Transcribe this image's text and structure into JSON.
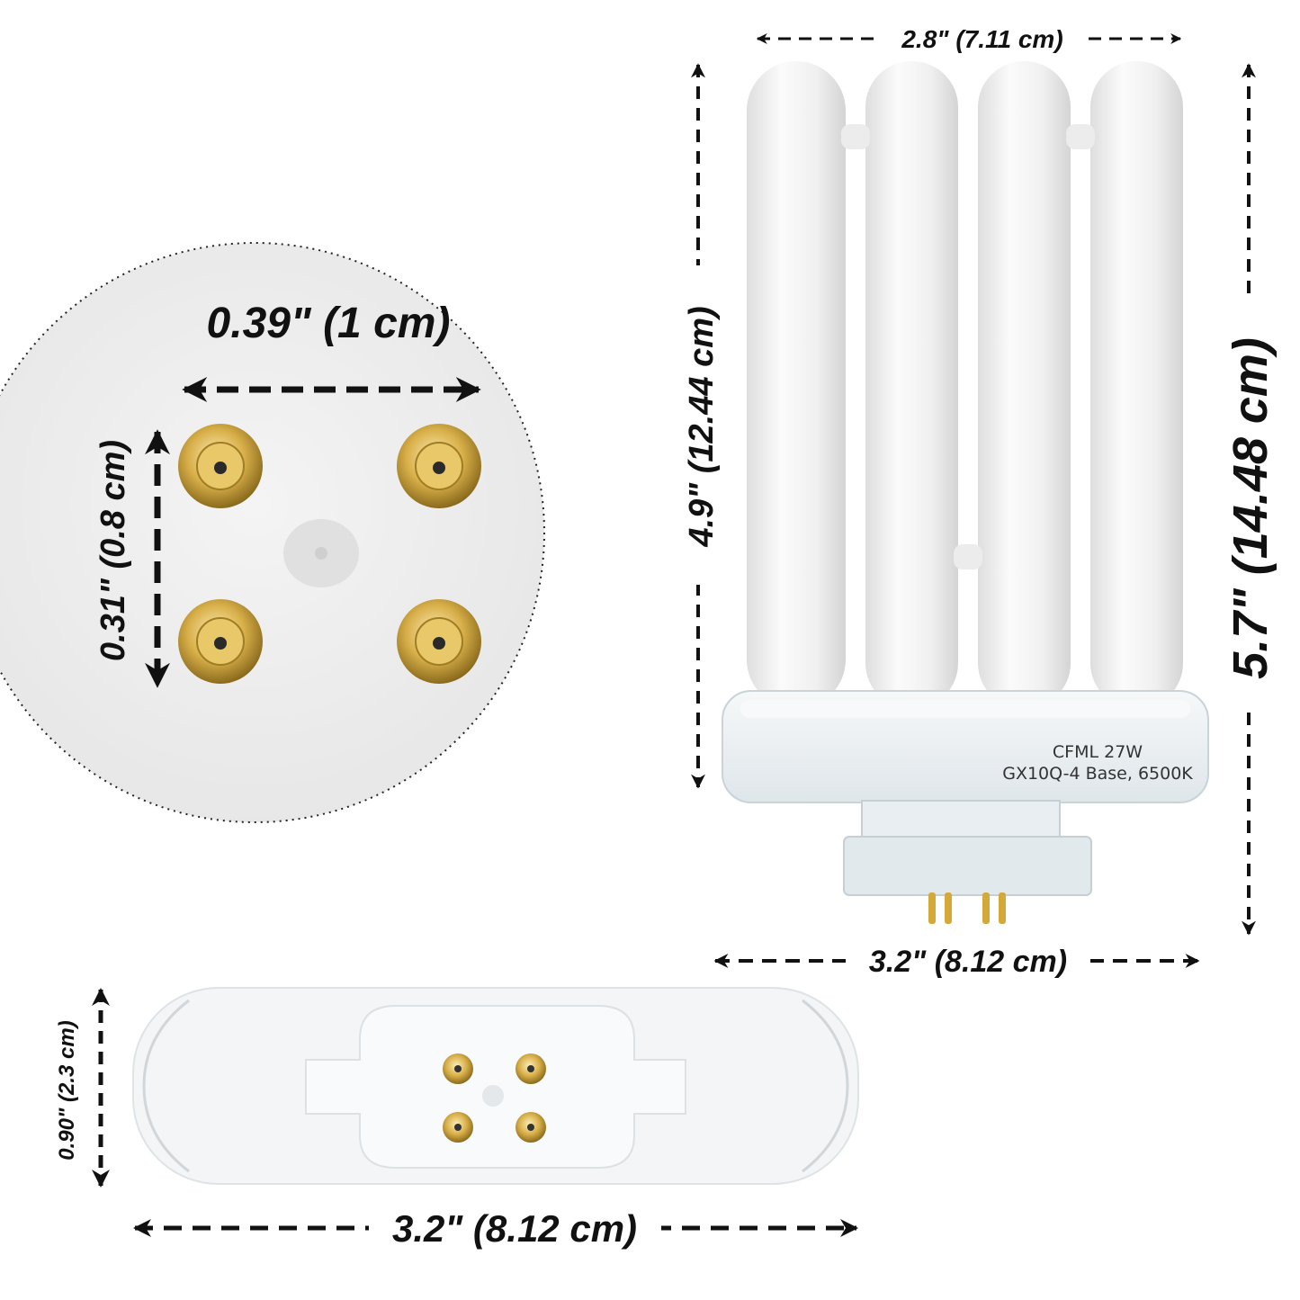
{
  "colors": {
    "text": "#111111",
    "pin_gold": "#d4a93a",
    "pin_gold_light": "#f2dc8e",
    "pin_gold_dark": "#8a6a1c",
    "tube_white": "#f4f4f4",
    "base_white": "#eef2f4",
    "background": "#ffffff"
  },
  "zoom_view": {
    "icon": "magnified-pin-view",
    "width_label": "0.39\" (1 cm)",
    "height_label": "0.31\" (0.8 cm)"
  },
  "lamp_view": {
    "icon": "cfml-lamp",
    "top_width_label": "2.8\" (7.11 cm)",
    "tube_height_label": "4.9\" (12.44 cm)",
    "total_height_label": "5.7\" (14.48 cm)",
    "base_width_label": "3.2\" (8.12 cm)",
    "label_line1": "CFML 27W",
    "label_line2": "GX10Q-4 Base, 6500K"
  },
  "bottom_view": {
    "icon": "lamp-base-bottom",
    "width_label": "3.2\" (8.12 cm)",
    "depth_label": "0.90\" (2.3 cm)"
  }
}
